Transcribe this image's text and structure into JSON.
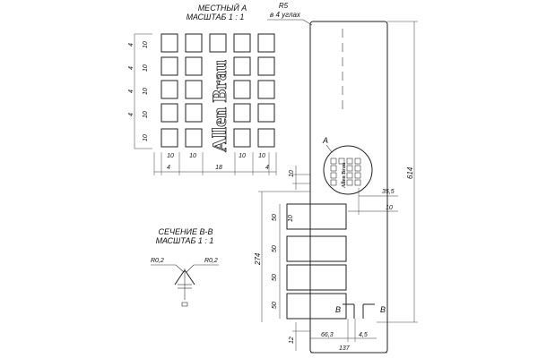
{
  "detail": {
    "title_line1": "МЕСТНЫЙ А",
    "title_line2": "МАСШТАБ 1 : 1",
    "logo_text": "Allen Brau",
    "dims_vertical": [
      "4",
      "10",
      "4",
      "10",
      "4",
      "10",
      "4",
      "10",
      "10"
    ],
    "dims_horizontal": [
      "4",
      "10",
      "10",
      "18",
      "10",
      "10",
      "4"
    ]
  },
  "section": {
    "title_line1": "СЕЧЕНИЕ В-В",
    "title_line2": "МАСШТАБ 1 : 1",
    "radius_left": "R0,2",
    "radius_right": "R0,2"
  },
  "main": {
    "corner_note_line1": "R5",
    "corner_note_line2": "в 4 углах",
    "callout_label": "A",
    "logo_small_text": "Allen Brau",
    "dim_total_height": "614",
    "dim_top_offset": "10",
    "dim_35_5": "35,5",
    "dim_right_10": "10",
    "dim_window_1": "50",
    "dim_window_1_gap": "10",
    "dim_window_2": "50",
    "dim_window_3": "50",
    "dim_window_4": "50",
    "dim_274": "274",
    "dim_bottom_12": "12",
    "dim_66_3": "66,3",
    "dim_4_5": "4,5",
    "dim_137": "137",
    "section_mark_left": "В",
    "section_mark_right": "В"
  }
}
